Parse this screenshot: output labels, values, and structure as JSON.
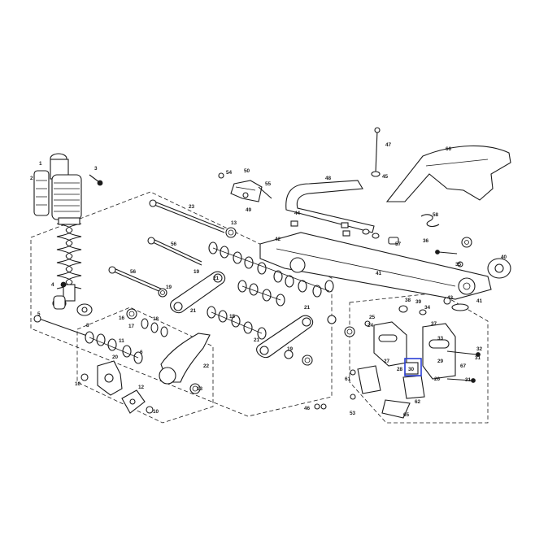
{
  "diagram": {
    "highlight_color": "#2b3fd6",
    "line_color": "#1a1a1a",
    "callouts": [
      {
        "id": "c1",
        "text": "1"
      },
      {
        "id": "c2",
        "text": "2"
      },
      {
        "id": "c3",
        "text": "3"
      },
      {
        "id": "c4",
        "text": "4"
      },
      {
        "id": "c5",
        "text": "5"
      },
      {
        "id": "c6",
        "text": "6"
      },
      {
        "id": "c8",
        "text": "8"
      },
      {
        "id": "c10a",
        "text": "10"
      },
      {
        "id": "c10b",
        "text": "10"
      },
      {
        "id": "c11",
        "text": "11"
      },
      {
        "id": "c12",
        "text": "12"
      },
      {
        "id": "c13a",
        "text": "13"
      },
      {
        "id": "c13b",
        "text": "13"
      },
      {
        "id": "c15",
        "text": "15"
      },
      {
        "id": "c16",
        "text": "16"
      },
      {
        "id": "c17",
        "text": "17"
      },
      {
        "id": "c18",
        "text": "18"
      },
      {
        "id": "c19a",
        "text": "19"
      },
      {
        "id": "c19b",
        "text": "19"
      },
      {
        "id": "c19c",
        "text": "19"
      },
      {
        "id": "c20",
        "text": "20"
      },
      {
        "id": "c21a",
        "text": "21"
      },
      {
        "id": "c21b",
        "text": "21"
      },
      {
        "id": "c21c",
        "text": "21"
      },
      {
        "id": "c21d",
        "text": "21"
      },
      {
        "id": "c22",
        "text": "22"
      },
      {
        "id": "c23",
        "text": "23"
      },
      {
        "id": "c24",
        "text": "24"
      },
      {
        "id": "c25",
        "text": "25"
      },
      {
        "id": "c26",
        "text": "26"
      },
      {
        "id": "c27",
        "text": "27"
      },
      {
        "id": "c28",
        "text": "28"
      },
      {
        "id": "c29",
        "text": "29"
      },
      {
        "id": "c30",
        "text": "30"
      },
      {
        "id": "c31a",
        "text": "31"
      },
      {
        "id": "c31b",
        "text": "31"
      },
      {
        "id": "c32",
        "text": "32"
      },
      {
        "id": "c33",
        "text": "33"
      },
      {
        "id": "c34",
        "text": "34"
      },
      {
        "id": "c35",
        "text": "35"
      },
      {
        "id": "c36",
        "text": "36"
      },
      {
        "id": "c37",
        "text": "37"
      },
      {
        "id": "c38",
        "text": "38"
      },
      {
        "id": "c39",
        "text": "39"
      },
      {
        "id": "c40",
        "text": "40"
      },
      {
        "id": "c41a",
        "text": "41"
      },
      {
        "id": "c41b",
        "text": "41"
      },
      {
        "id": "c42",
        "text": "42"
      },
      {
        "id": "c43",
        "text": "43"
      },
      {
        "id": "c44",
        "text": "44"
      },
      {
        "id": "c45",
        "text": "45"
      },
      {
        "id": "c46",
        "text": "46"
      },
      {
        "id": "c47",
        "text": "47"
      },
      {
        "id": "c48",
        "text": "48"
      },
      {
        "id": "c49",
        "text": "49"
      },
      {
        "id": "c50",
        "text": "50"
      },
      {
        "id": "c53",
        "text": "53"
      },
      {
        "id": "c54",
        "text": "54"
      },
      {
        "id": "c55",
        "text": "55"
      },
      {
        "id": "c56a",
        "text": "56"
      },
      {
        "id": "c56b",
        "text": "56"
      },
      {
        "id": "c57",
        "text": "57"
      },
      {
        "id": "c58",
        "text": "58"
      },
      {
        "id": "c61",
        "text": "61"
      },
      {
        "id": "c62",
        "text": "62"
      },
      {
        "id": "c65",
        "text": "65"
      },
      {
        "id": "c66",
        "text": "66"
      },
      {
        "id": "c67",
        "text": "67"
      }
    ]
  }
}
